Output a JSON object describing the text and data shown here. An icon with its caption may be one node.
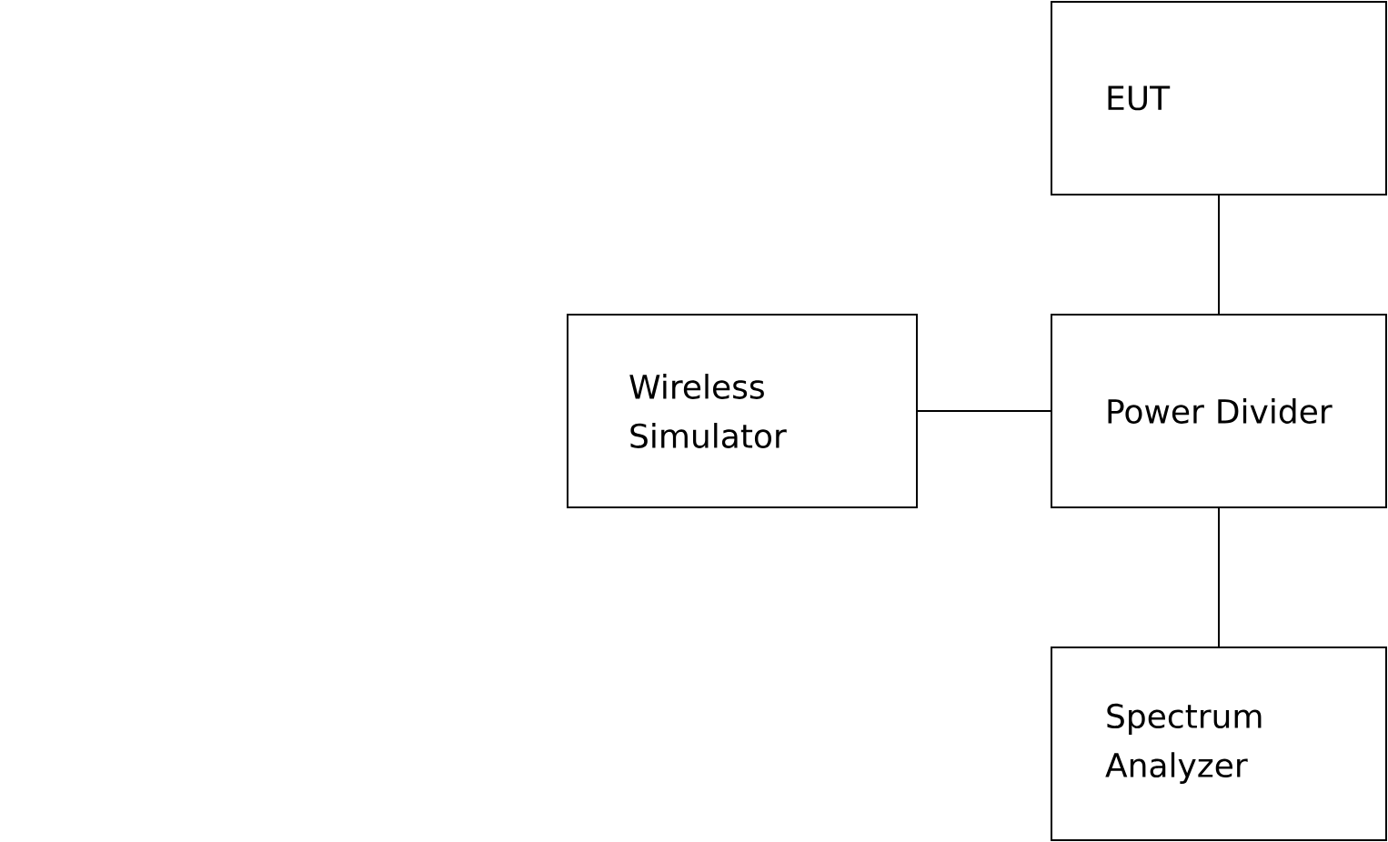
{
  "diagram": {
    "nodes": [
      {
        "text": [
          "EUT"
        ]
      },
      {
        "text": [
          "Wireless Simulator"
        ]
      },
      {
        "text": [
          "Power Divider"
        ]
      },
      {
        "text": [
          "Spectrum Analyzer"
        ]
      }
    ],
    "edges": [
      {
        "from": 1,
        "to": 2,
        "arrow": "none"
      },
      {
        "from": 0,
        "to": 2,
        "arrow": "none"
      },
      {
        "from": 2,
        "to": 3,
        "arrow": "none"
      }
    ]
  }
}
